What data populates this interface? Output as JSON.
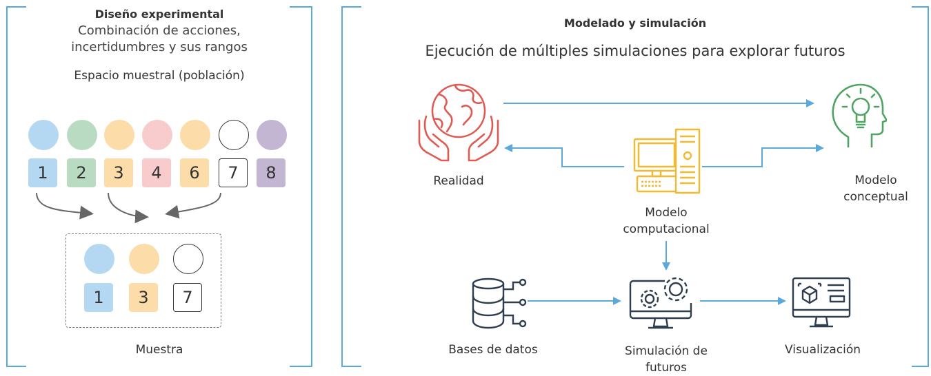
{
  "left_panel": {
    "title": "Diseño experimental",
    "subtitle_line1": "Combinación de acciones,",
    "subtitle_line2": "incertidumbres y sus rangos",
    "population_label": "Espacio muestral (población)",
    "population": [
      {
        "label": "1",
        "color": "#b4d7f2"
      },
      {
        "label": "2",
        "color": "#b9dbc2"
      },
      {
        "label": "3",
        "color": "#fcdca8"
      },
      {
        "label": "4",
        "color": "#f8cccc"
      },
      {
        "label": "6",
        "color": "#fcdca8"
      },
      {
        "label": "7",
        "color": "#ffffff"
      },
      {
        "label": "8",
        "color": "#c2b6d3"
      }
    ],
    "sample": [
      {
        "label": "1",
        "color": "#b4d7f2"
      },
      {
        "label": "3",
        "color": "#fcdca8"
      },
      {
        "label": "7",
        "color": "#ffffff"
      }
    ],
    "sample_label": "Muestra"
  },
  "right_panel": {
    "title": "Modelado y simulación",
    "subtitle": "Ejecución de múltiples simulaciones para explorar futuros",
    "nodes": {
      "reality": "Realidad",
      "conceptual_line1": "Modelo",
      "conceptual_line2": "conceptual",
      "computational_line1": "Modelo",
      "computational_line2": "computacional",
      "databases": "Bases de datos",
      "simulation_line1": "Simulación de",
      "simulation_line2": "futuros",
      "visualization": "Visualización"
    }
  },
  "colors": {
    "bracket": "#5aa9dd",
    "arrow": "#5aa9dd",
    "reality_icon": "#e05a52",
    "conceptual_icon": "#4fa363",
    "computer_icon": "#f4b92f",
    "dark_icon": "#2f3e4e"
  },
  "icons": [
    "globe-hands-icon",
    "head-lightbulb-icon",
    "desktop-computer-icon",
    "database-icon",
    "monitor-gears-icon",
    "monitor-cube-icon"
  ]
}
